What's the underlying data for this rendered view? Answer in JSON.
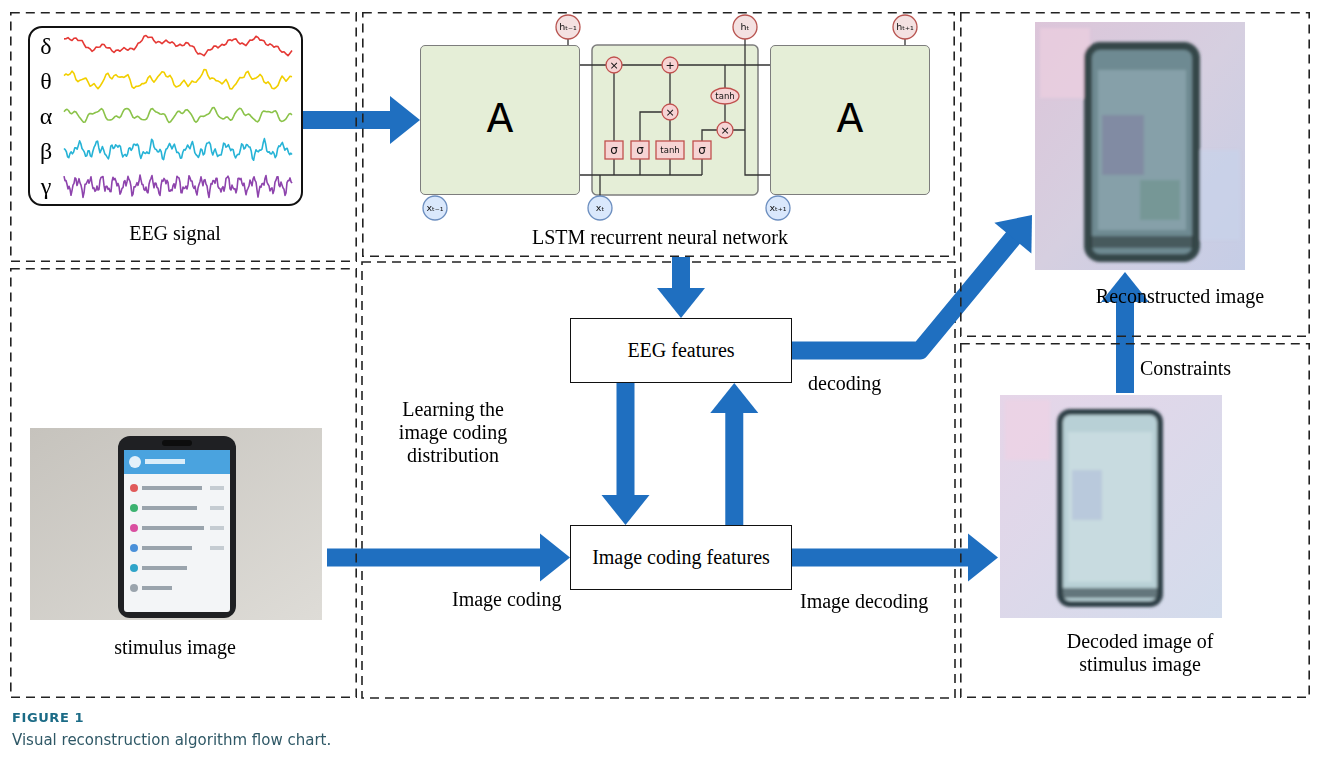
{
  "diagram": {
    "title": "FIGURE 1",
    "caption": "Visual reconstruction algorithm flow chart.",
    "nodes": [
      {
        "text": [
          "EEG signal"
        ]
      },
      {
        "text": [
          "δ",
          "θ",
          "α",
          "β",
          "γ"
        ],
        "in": 0
      },
      {
        "text": [
          "LSTM recurrent neural network"
        ]
      },
      {
        "text": [
          "A"
        ],
        "in": 2
      },
      {
        "text": [
          "A"
        ],
        "in": 2
      },
      {
        "text": [
          "Reconstructed image"
        ]
      },
      {
        "text": [
          "stimulus image"
        ]
      },
      {
        "text": [
          "EEG features"
        ]
      },
      {
        "text": [
          "Image coding features"
        ]
      },
      {
        "text": [
          "Decoded image of stimulus image"
        ]
      }
    ],
    "edges": [
      {
        "from": 1,
        "to": 3,
        "arrow": "to"
      },
      {
        "from": 2,
        "to": 7,
        "arrow": "to"
      },
      {
        "from": 6,
        "to": 8,
        "label": "Image coding",
        "arrow": "to"
      },
      {
        "from": 7,
        "to": 8,
        "label": "Learning the image coding distribution",
        "arrow": "to"
      },
      {
        "from": 8,
        "to": 7,
        "arrow": "to"
      },
      {
        "from": 7,
        "to": 5,
        "label": "decoding",
        "arrow": "to"
      },
      {
        "from": 8,
        "to": 9,
        "label": "Image decoding",
        "arrow": "to"
      },
      {
        "from": 9,
        "to": 5,
        "label": "Constraints",
        "arrow": "to"
      }
    ],
    "labels": [
      "hₜ₋₁",
      "hₜ",
      "hₜ₊₁",
      "xₜ₋₁",
      "xₜ",
      "xₜ₊₁",
      "σ",
      "σ",
      "tanh",
      "σ",
      "tanh",
      "×",
      "+",
      "×",
      "×"
    ]
  }
}
